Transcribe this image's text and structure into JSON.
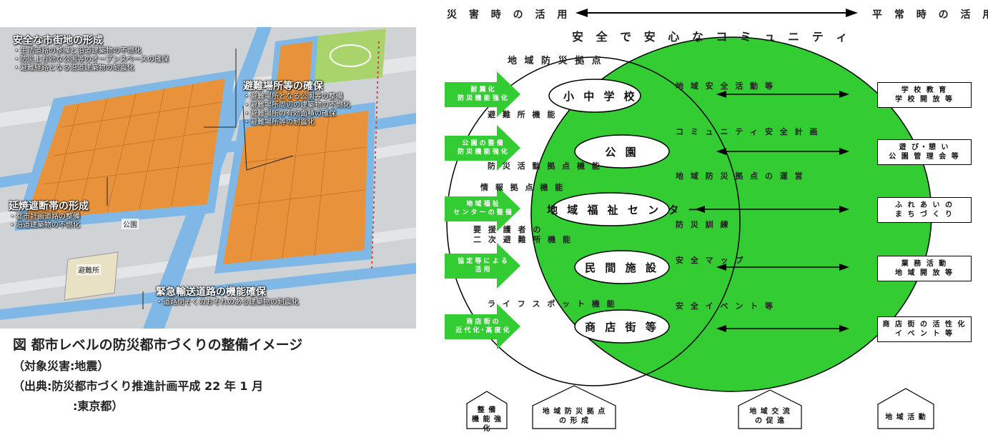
{
  "map": {
    "callout_1": {
      "title": "安全な市街地の形成",
      "lines": [
        "・生活道路の整備と沿道建築物の不燃化",
        "・防災上有効な公園等のオープンスペースの確保",
        "・避難経路となる沿道建築物の耐震化"
      ]
    },
    "callout_2": {
      "title": "避難場所等の確保",
      "lines": [
        "・避難場所となる公園等の整備",
        "・避難場所周辺の建築物の不燃化",
        "・避難場所の有効面積の確保",
        "・避難場所等の耐震化"
      ]
    },
    "callout_3": {
      "title": "延焼遮断帯の形成",
      "lines": [
        "・都市計画道路の整備",
        "・沿道建築物の不燃化"
      ]
    },
    "callout_4": {
      "title": "緊急輸送道路の機能確保",
      "lines": [
        "・道路閉そくのおそれのある建築物の耐震化"
      ]
    },
    "tag_park": "公園",
    "tag_shelter": "避難所"
  },
  "caption": {
    "figure": "図  都市レベルの防災都市づくりの整備イメージ",
    "target": "（対象災害:地震）",
    "source_1": "（出典:防災都市づくり推進計画平成 22 年 1 月",
    "source_2": ":東京都）"
  },
  "diagram": {
    "header_left": "災 害 時 の 活 用",
    "header_right": "平 常 時 の 活 用",
    "community_title": "安 全 で 安 心 な コ ミ ュ ニ テ ィ",
    "base_label": "地 域 防 災 拠 点",
    "ovals": [
      "小 中 学 校",
      "公 園",
      "地 域 福 祉 セ ン タ ー",
      "民 間 施 設",
      "商 店 街 等"
    ],
    "left_functions": [
      "避 難 所 機 能",
      "防 災 活 動 拠 点 機 能",
      "情 報 拠 点 機 能",
      "要 援 護 者 の",
      "二 次 避 難 所 機 能",
      "ラ イ フ ス ポ ッ ト 機 能"
    ],
    "green_arrows": [
      [
        "耐 震 化",
        "防 災 機 能 強 化"
      ],
      [
        "公 園 の 整 備",
        "防 災 機 能 強 化"
      ],
      [
        "地 域 福 祉",
        "セ ン タ ー の 整 備"
      ],
      [
        "協 定 等 に よ る",
        "活 用"
      ],
      [
        "商 店 街 の",
        "近 代 化・高 度 化"
      ]
    ],
    "community_items": [
      "地 域 安 全 活 動 等",
      "コ ミ ュ ニ テ ィ 安 全 計 画",
      "地 域 防 災 拠 点 の 運 営",
      "防 災 訓 練",
      "安 全 マ ッ プ",
      "安 全 イ ベ ン ト 等"
    ],
    "side_boxes": [
      [
        "学 校 教 育",
        "学 校 開 放 等"
      ],
      [
        "遊 び・憩 い",
        "公 園 管 理 会 等"
      ],
      [
        "ふ れ あ い の",
        "ま ち づ く り"
      ],
      [
        "業 務 活 動",
        "地 域 開 放 等"
      ],
      [
        "商 店 街 の 活 性 化",
        "イ ベ ン ト 等"
      ]
    ],
    "houses": [
      [
        "整 備",
        "機 能 強 化"
      ],
      [
        "地 域 防 災 拠 点",
        "の 形 成"
      ],
      [
        "地 域 交 流",
        "の 促 進"
      ],
      [
        "地 域 活 動"
      ]
    ],
    "colors": {
      "green": "#33cc33",
      "orange": "#e8933c",
      "blue": "#7fb8e6"
    }
  }
}
